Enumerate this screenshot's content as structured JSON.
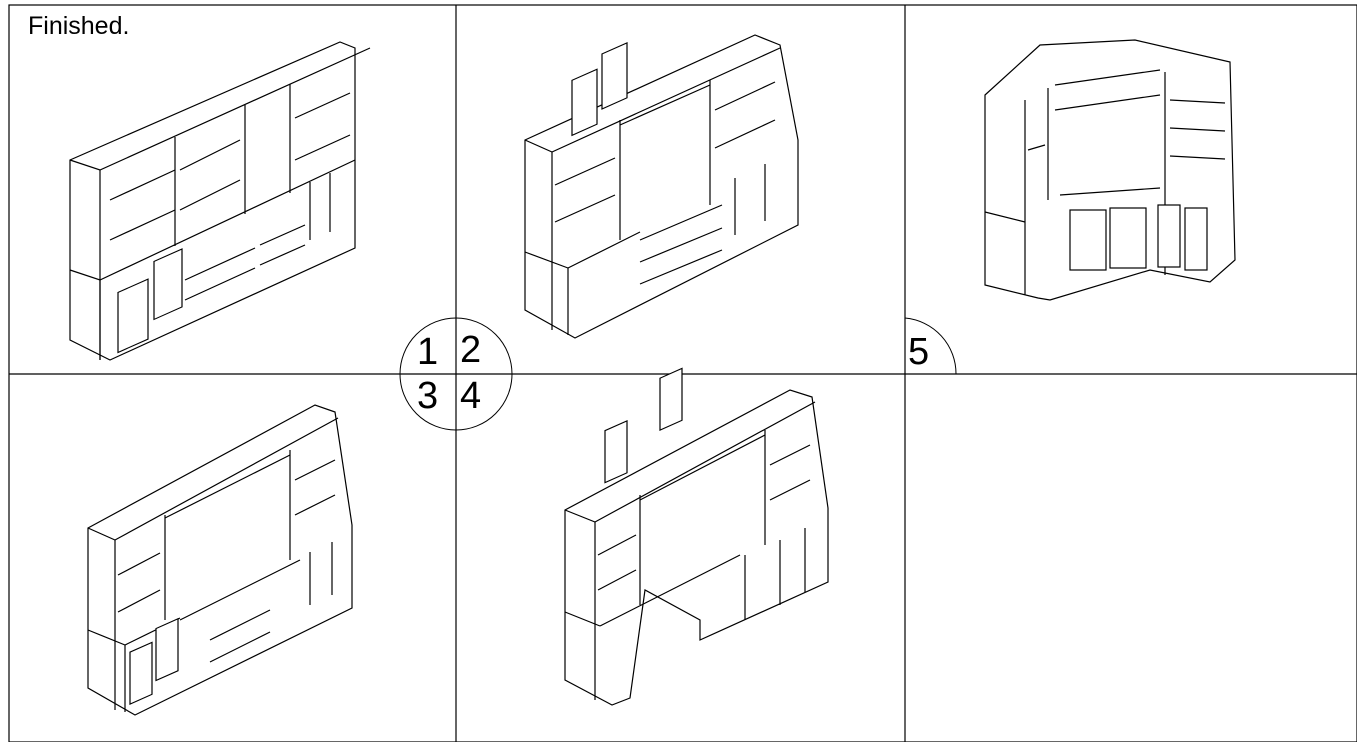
{
  "title": "Finished.",
  "markers": [
    "1",
    "2",
    "3",
    "4",
    "5"
  ],
  "panels": [
    {
      "number": "1",
      "drawing": "wall-unit-glass-doors"
    },
    {
      "number": "2",
      "drawing": "entertainment-center"
    },
    {
      "number": "3",
      "drawing": "entertainment-center-wide"
    },
    {
      "number": "4",
      "drawing": "desk-unit"
    },
    {
      "number": "5",
      "drawing": "corner-unit"
    }
  ],
  "colors": {
    "line": "#000000",
    "background": "#ffffff"
  }
}
